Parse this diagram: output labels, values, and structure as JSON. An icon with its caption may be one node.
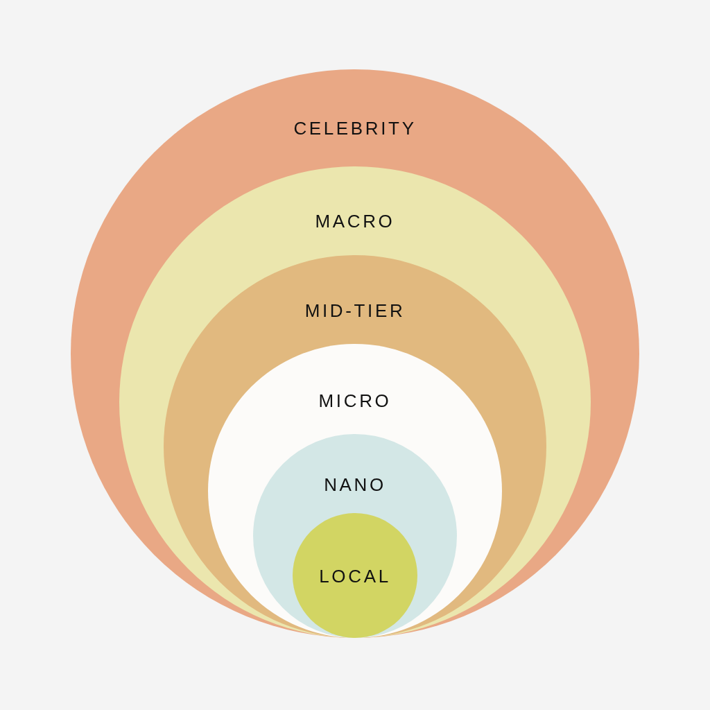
{
  "diagram": {
    "nodes": [
      {
        "text": [
          "CELEBRITY"
        ]
      },
      {
        "text": [
          "MACRO"
        ],
        "in": 0
      },
      {
        "text": [
          "MID-TIER"
        ],
        "in": 1
      },
      {
        "text": [
          "MICRO"
        ],
        "in": 2
      },
      {
        "text": [
          "NANO"
        ],
        "in": 3
      },
      {
        "text": [
          "LOCAL"
        ],
        "in": 4
      }
    ]
  }
}
